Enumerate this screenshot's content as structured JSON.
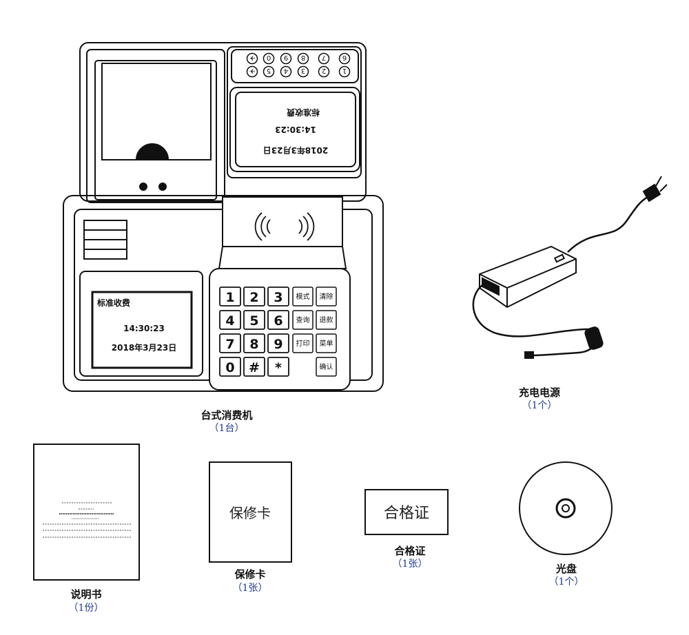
{
  "colors": {
    "line": "#111111",
    "quantity_text": "#1e3b8c",
    "background": "#ffffff"
  },
  "terminal": {
    "name": "台式消费机",
    "qty": "（1台）",
    "rear_display": {
      "mode": "标准收费",
      "time": "14:30:23",
      "date": "2018年3月23日"
    },
    "rear_keys_top": [
      "✈",
      "0",
      "9",
      "8",
      "7",
      "6"
    ],
    "rear_keys_bottom": [
      "✈",
      "5",
      "4",
      "3",
      "2",
      "1"
    ],
    "front_display": {
      "mode": "标准收费",
      "time": "14:30:23",
      "date": "2018年3月23日"
    },
    "keypad_numbers": [
      [
        "1",
        "2",
        "3"
      ],
      [
        "4",
        "5",
        "6"
      ],
      [
        "7",
        "8",
        "9"
      ],
      [
        "0",
        "#",
        "*"
      ]
    ],
    "keypad_functions": [
      [
        "模式",
        "清除"
      ],
      [
        "查询",
        "退款"
      ],
      [
        "打印",
        "菜单"
      ],
      [
        "",
        "确认"
      ]
    ],
    "nfc_icon": "nfc-waves-icon"
  },
  "adapter": {
    "name": "充电电源",
    "qty": "（1个）"
  },
  "manual": {
    "name": "说明书",
    "qty": "（1份）"
  },
  "warranty": {
    "name": "保修卡",
    "qty": "（1张）",
    "cover_text": "保修卡"
  },
  "certificate": {
    "name": "合格证",
    "qty": "（1张）",
    "cover_text": "合格证"
  },
  "disc": {
    "name": "光盘",
    "qty": "（1个）"
  }
}
